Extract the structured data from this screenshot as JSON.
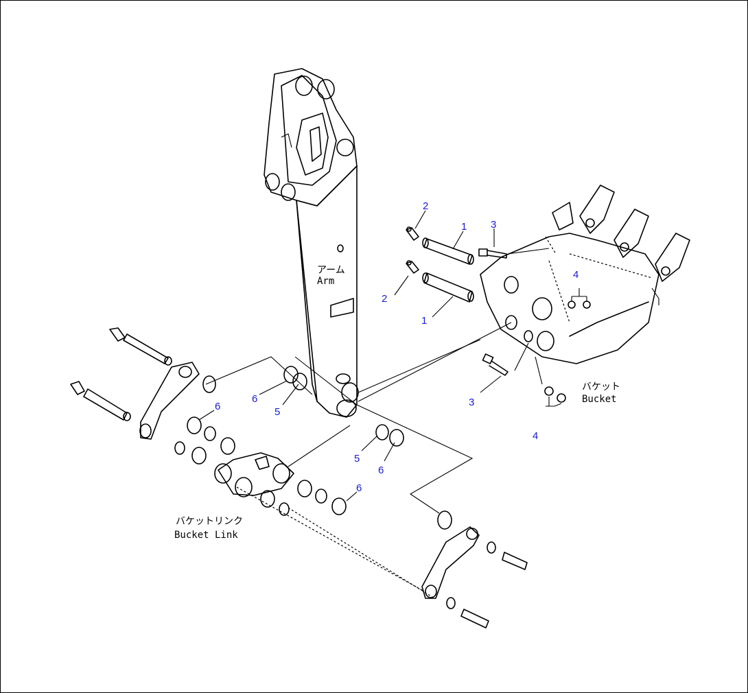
{
  "labels": {
    "arm_jp": "アーム",
    "arm_en": "Arm",
    "bucket_jp": "バケット",
    "bucket_en": "Bucket",
    "link_jp": "バケットリンク",
    "link_en": "Bucket Link"
  },
  "callouts": [
    "1",
    "1",
    "2",
    "2",
    "3",
    "3",
    "4",
    "4",
    "5",
    "5",
    "6",
    "6",
    "6"
  ],
  "colors": {
    "callout": "#1a1adb",
    "line": "#000000"
  }
}
